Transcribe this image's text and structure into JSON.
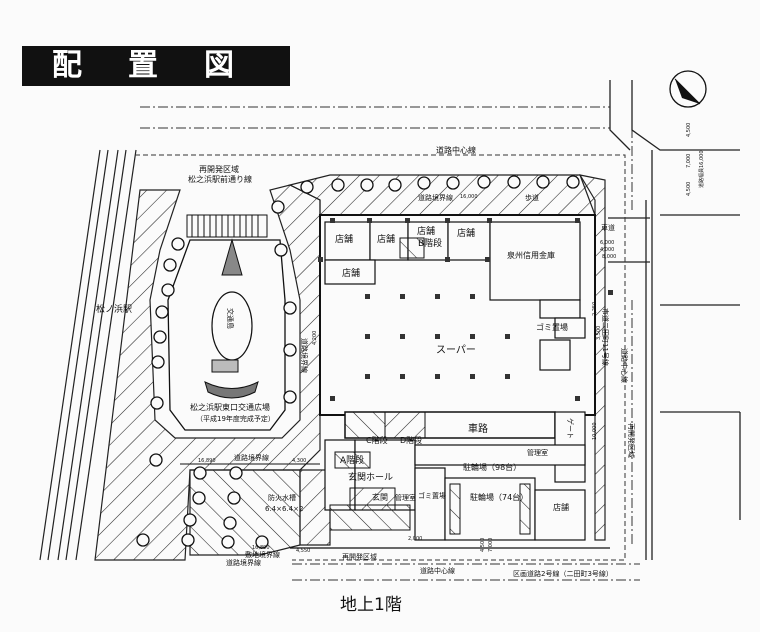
{
  "title": "配置図",
  "floor": "地上1階",
  "labels": {
    "redevelopment_area_top": "再開発区域",
    "station_road_line": "松之浜駅前通り線",
    "road_center_top": "道路中心線",
    "road_boundary_top": "道路境界線",
    "sidewalk": "歩道",
    "roadway": "車道",
    "shop1": "店舗",
    "shop2": "店舗",
    "shop3": "店舗",
    "shop4": "店舗",
    "shop5": "店舗",
    "b_stairs": "B階段",
    "bank": "泉州信用金庫",
    "supermarket": "スーパー",
    "garbage": "ゴミ置場",
    "matsunohama_station": "松ノ浜駅",
    "roundabout_center": "交通島",
    "plaza": "松之浜駅東口交通広場",
    "plaza_note": "（平成19年度完成予定）",
    "car_path": "車路",
    "c_stairs": "C階段",
    "d_stairs": "D階段",
    "a_stairs": "A階段",
    "entrance_hall": "玄関ホール",
    "entrance": "玄関",
    "management": "管理室",
    "management2": "管理室",
    "bike_parking_98": "駐輪場（98台）",
    "bike_parking_74": "駐輪場（74台）",
    "shop_bottom": "店舗",
    "garbage_bottom": "ゴミ置場",
    "gate": "ゲート",
    "fire_tank": "防火水槽",
    "fire_tank_size": "6.4×6.4×2",
    "redevelopment_area_bottom": "再開発区域",
    "road_boundary_bottom": "道路境界線",
    "road_center_bottom": "道路中心線",
    "ward_road": "区画道路2号線（二田町3号線）",
    "road_center_right": "道路中心線",
    "city_road_right": "市道二田町11号線",
    "site_boundary": "敷地境界線",
    "redevelopment_area_right": "再開発区域",
    "road_boundary_left": "道路境界線",
    "road_boundary_mid": "道路境界線"
  },
  "dimensions": {
    "d_4500": "4,500",
    "d_7000": "7,000",
    "d_4500b": "4,500",
    "road_width": "道路幅員16,000",
    "d_6000": "6,000",
    "d_4000": "4,000",
    "d_8000": "8,000",
    "d_16000": "16,000",
    "d_4200": "4,200",
    "d_16890": "16,890",
    "d_4300": "4,300",
    "d_3500": "3,500",
    "d_2250": "2,250",
    "d_2000": "2,000",
    "d_10000": "10,000",
    "d_4550": "4,550",
    "d_16890b": "16,890",
    "d_4500c": "4,500",
    "d_7000b": "7,000"
  },
  "icons": {
    "north_arrow": "north-arrow-icon",
    "tree": "tree-icon"
  }
}
